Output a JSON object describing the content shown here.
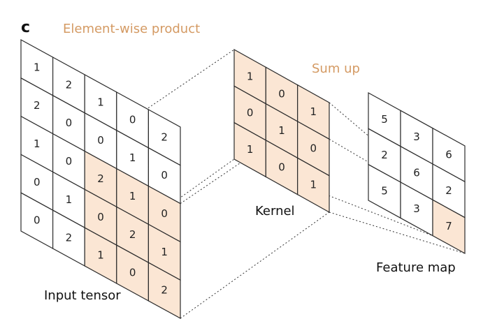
{
  "panel_letter": "c",
  "labels": {
    "element_wise": "Element-wise product",
    "sum_up": "Sum up",
    "kernel": "Kernel",
    "feature_map": "Feature map",
    "input_tensor": "Input tensor"
  },
  "colors": {
    "highlight": "#fbe6d4",
    "accent_text": "#d49a63",
    "grid_line": "#2b2b2b"
  },
  "input_tensor": {
    "rows": 5,
    "cols": 5,
    "values": [
      [
        1,
        2,
        1,
        0,
        2
      ],
      [
        2,
        0,
        0,
        1,
        0
      ],
      [
        1,
        0,
        2,
        1,
        0
      ],
      [
        0,
        1,
        0,
        2,
        1
      ],
      [
        0,
        2,
        1,
        0,
        2
      ]
    ],
    "highlight_rows": [
      2,
      4
    ],
    "highlight_cols": [
      2,
      4
    ]
  },
  "kernel": {
    "rows": 3,
    "cols": 3,
    "values": [
      [
        1,
        0,
        1
      ],
      [
        0,
        1,
        0
      ],
      [
        1,
        0,
        1
      ]
    ]
  },
  "feature_map": {
    "rows": 3,
    "cols": 3,
    "values": [
      [
        5,
        3,
        6
      ],
      [
        2,
        6,
        2
      ],
      [
        5,
        3,
        7
      ]
    ],
    "highlight_cell": [
      2,
      2
    ]
  }
}
